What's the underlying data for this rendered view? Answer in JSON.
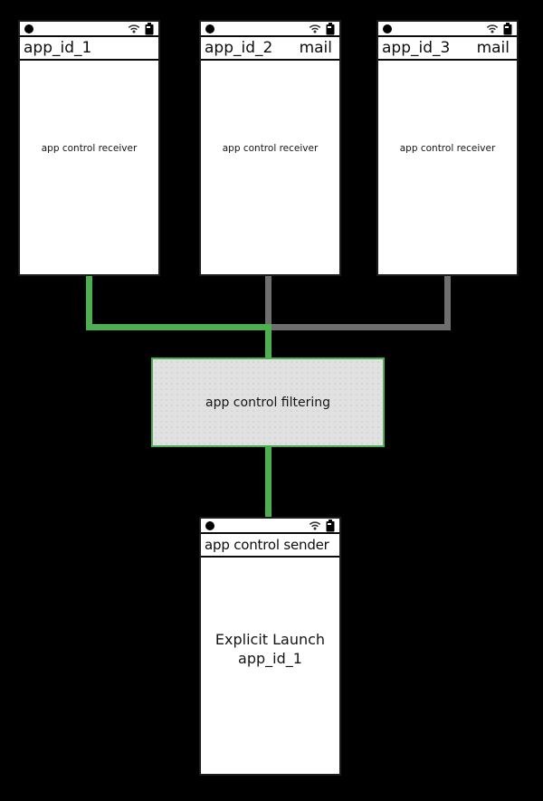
{
  "colors": {
    "background": "#000000",
    "connector_green": "#4caf50",
    "connector_gray": "#6e6e6e",
    "filter_box_fill": "#e1e1e1",
    "filter_box_border": "#4caf50"
  },
  "receiver_phones": [
    {
      "title": "app_id_1",
      "badge": "",
      "body": "app control receiver"
    },
    {
      "title": "app_id_2",
      "badge": "mail",
      "body": "app control receiver"
    },
    {
      "title": "app_id_3",
      "badge": "mail",
      "body": "app control receiver"
    }
  ],
  "filter_box": {
    "label": "app control filtering"
  },
  "sender_phone": {
    "title": "app control sender",
    "body_line1": "Explicit Launch",
    "body_line2": "app_id_1"
  },
  "status_icons": {
    "dot": "status-dot",
    "wifi": "wifi-icon",
    "battery": "battery-icon"
  }
}
